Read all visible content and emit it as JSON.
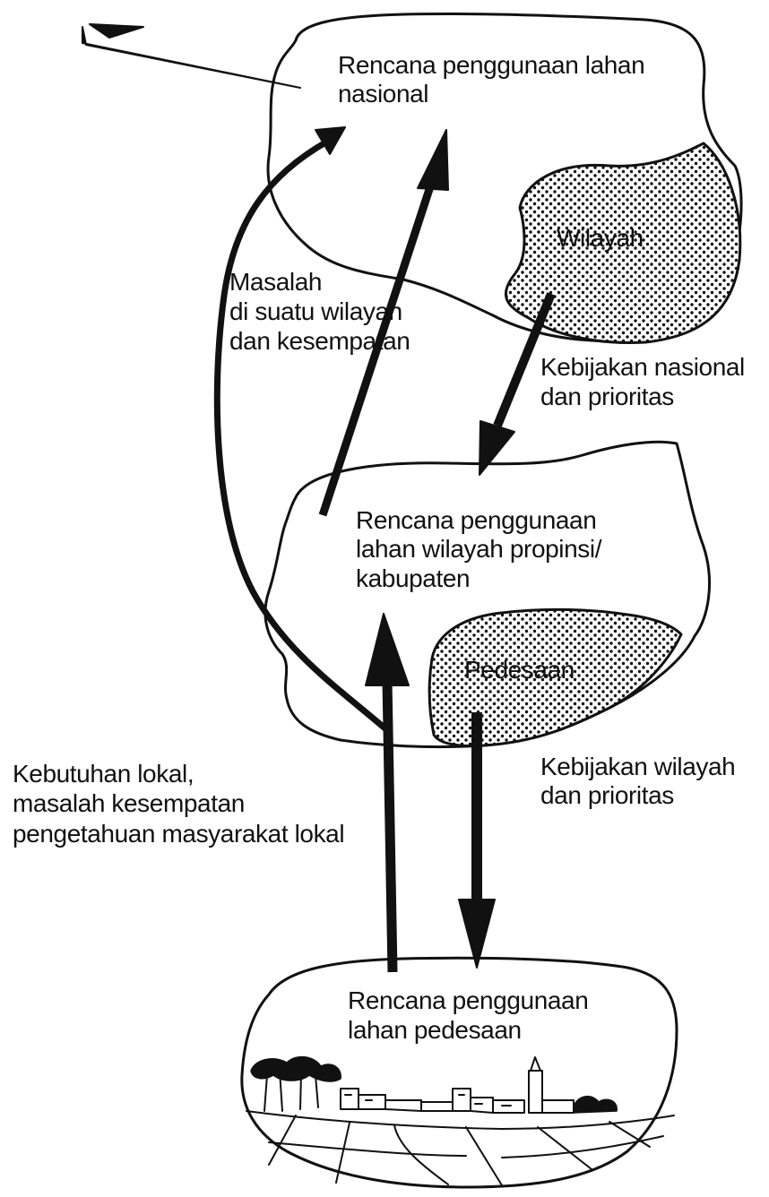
{
  "nodes": {
    "national": {
      "lines": [
        "Rencana penggunaan lahan",
        "nasional"
      ]
    },
    "region_area": {
      "lines": [
        "Wilayah"
      ]
    },
    "provincial": {
      "lines": [
        "Rencana penggunaan",
        "lahan wilayah propinsi/",
        "kabupaten"
      ]
    },
    "village_area": {
      "lines": [
        "Pedesaan"
      ]
    },
    "village": {
      "lines": [
        "Rencana penggunaan",
        "lahan pedesaan"
      ]
    }
  },
  "flows": {
    "regional_issues": {
      "lines": [
        "Masalah",
        "di suatu wilayah",
        "dan kesempatan"
      ]
    },
    "national_policy": {
      "lines": [
        "Kebijakan nasional",
        "dan prioritas"
      ]
    },
    "regional_policy": {
      "lines": [
        "Kebijakan wilayah",
        "dan prioritas"
      ]
    },
    "local_needs": {
      "lines": [
        "Kebutuhan lokal,",
        "masalah kesempatan",
        "pengetahuan masyarakat lokal"
      ]
    }
  },
  "colors": {
    "ink": "#111111",
    "paper": "#ffffff"
  }
}
